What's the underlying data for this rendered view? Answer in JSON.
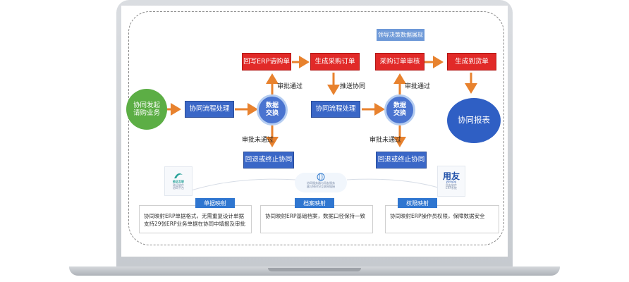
{
  "diagram": {
    "start": {
      "line1": "协同发起",
      "line2": "请购业务"
    },
    "process_1": "协同流程处理",
    "exchange_1": {
      "line1": "数据",
      "line2": "交换"
    },
    "writeback": "回写ERP请购单",
    "create_po": "生成采购订单",
    "push_label": "推送协同",
    "process_2": "协同流程处理",
    "exchange_2": {
      "line1": "数据",
      "line2": "交换"
    },
    "po_audit": "采购订单审核",
    "create_arrival": "生成到货单",
    "report": "协同报表",
    "decision_tag": "领导决策数据展现",
    "approve_pass_1": "审批通过",
    "approve_pass_2": "审批通过",
    "approve_fail_1": "审批未通过",
    "approve_fail_2": "审批未通过",
    "reject_1": "回退或终止协同",
    "reject_2": "回退或终止协同"
  },
  "bottom": {
    "logo_left": {
      "brand": "致远互联",
      "line1": "致远软件",
      "line2": "协同平台"
    },
    "cloud_text": {
      "line1": "协同服务器与用友服务",
      "line2": "器与NERS/互联网链接"
    },
    "logo_right": {
      "brand": "用友",
      "sub": "yonyou",
      "line1": "用友软件",
      "line2": "ERP系统"
    },
    "maps": [
      {
        "tag": "单据映射",
        "lines": [
          "协同映射ERP单据格式，无需重复设计单据",
          "支持29张ERP业务单据在协同中填报及审批"
        ]
      },
      {
        "tag": "档案映射",
        "lines": [
          "协同映射ERP基础档案，数据口径保持一致"
        ]
      },
      {
        "tag": "权限映射",
        "lines": [
          "协同映射ERP操作员权限，保障数据安全"
        ]
      }
    ]
  },
  "colors": {
    "red": "#e12a28",
    "blue": "#3a67c7",
    "green": "#5cae45",
    "arrow": "#e8822e"
  }
}
